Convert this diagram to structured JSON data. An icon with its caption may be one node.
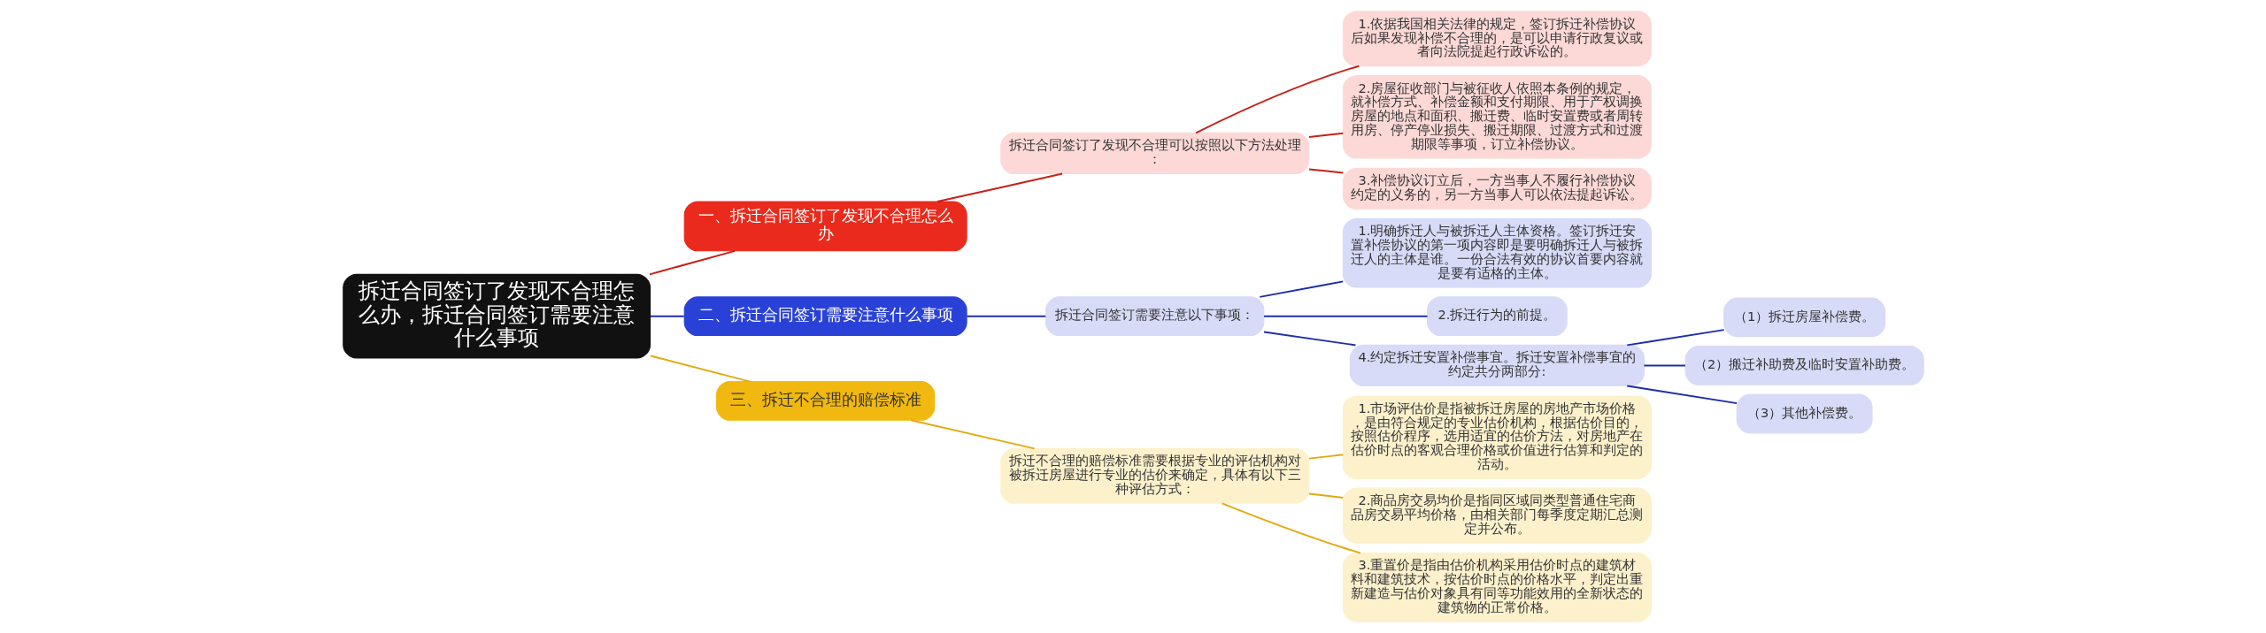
{
  "diagram": {
    "nodes": [
      {
        "text": [
          "拆迁合同签订了发现不合理怎么办，拆迁合同签订需要注意什么事项"
        ]
      },
      {
        "text": [
          "一、拆迁合同签订了发现不合理怎么办"
        ]
      },
      {
        "text": [
          "拆迁合同签订了发现不合理可以按照以下方法处理："
        ]
      },
      {
        "text": [
          "1.依据我国相关法律的规定，签订拆迁补偿协议后如果发现补偿不合理的，是可以申请行政复议或者向法院提起行政诉讼的。"
        ]
      },
      {
        "text": [
          "2.房屋征收部门与被征收人依照本条例的规定，就补偿方式、补偿金额和支付期限、用于产权调换房屋的地点和面积、搬迁费、临时安置费或者周转用房、停产停业损失、搬迁期限、过渡方式和过渡期限等事项，订立补偿协议。"
        ]
      },
      {
        "text": [
          "3.补偿协议订立后，一方当事人不履行补偿协议约定的义务的，另一方当事人可以依法提起诉讼。"
        ]
      },
      {
        "text": [
          "二、拆迁合同签订需要注意什么事项"
        ]
      },
      {
        "text": [
          "拆迁合同签订需要注意以下事项："
        ]
      },
      {
        "text": [
          "1.明确拆迁人与被拆迁人主体资格。签订拆迁安置补偿协议的第一项内容即是要明确拆迁人与被拆迁人的主体是谁。一份合法有效的协议首要内容就是要有适格的主体。"
        ]
      },
      {
        "text": [
          "2.拆迁行为的前提。"
        ]
      },
      {
        "text": [
          "4.约定拆迁安置补偿事宜。拆迁安置补偿事宜的约定共分两部分:"
        ]
      },
      {
        "text": [
          "（1）拆迁房屋补偿费。"
        ]
      },
      {
        "text": [
          "（2）搬迁补助费及临时安置补助费。"
        ]
      },
      {
        "text": [
          "（3）其他补偿费。"
        ]
      },
      {
        "text": [
          "三、拆迁不合理的赔偿标准"
        ]
      },
      {
        "text": [
          "拆迁不合理的赔偿标准需要根据专业的评估机构对被拆迁房屋进行专业的估价来确定，具体有以下三种评估方式："
        ]
      },
      {
        "text": [
          "1.市场评估价是指被拆迁房屋的房地产市场价格，是由符合规定的专业估价机构，根据估价目的，按照估价程序，选用适宜的估价方法，对房地产在估价时点的客观合理价格或价值进行估算和判定的活动。"
        ]
      },
      {
        "text": [
          "2.商品房交易均价是指同区域同类型普通住宅商品房交易平均价格，由相关部门每季度定期汇总测定并公布。"
        ]
      },
      {
        "text": [
          "3.重置价是指由估价机构采用估价时点的建筑材料和建筑技术，按估价时点的价格水平，判定出重新建造与估价对象具有同等功能效用的全新状态的建筑物的正常价格。"
        ]
      }
    ],
    "edges": [
      {
        "from": 0,
        "to": 1,
        "arrow": "none",
        "color": "#c62118"
      },
      {
        "from": 1,
        "to": 2,
        "arrow": "none",
        "color": "#c62118"
      },
      {
        "from": 2,
        "to": 3,
        "arrow": "none",
        "color": "#c62118"
      },
      {
        "from": 2,
        "to": 4,
        "arrow": "none",
        "color": "#c62118"
      },
      {
        "from": 2,
        "to": 5,
        "arrow": "none",
        "color": "#c62118"
      },
      {
        "from": 0,
        "to": 6,
        "arrow": "none"
      },
      {
        "from": 6,
        "to": 7,
        "arrow": "none"
      },
      {
        "from": 7,
        "to": 8,
        "arrow": "none"
      },
      {
        "from": 7,
        "to": 9,
        "arrow": "none"
      },
      {
        "from": 7,
        "to": 10,
        "arrow": "none"
      },
      {
        "from": 10,
        "to": 11,
        "arrow": "none"
      },
      {
        "from": 10,
        "to": 12,
        "arrow": "none"
      },
      {
        "from": 10,
        "to": 13,
        "arrow": "none"
      },
      {
        "from": 0,
        "to": 14,
        "arrow": "none",
        "color": "#e0aa10"
      },
      {
        "from": 14,
        "to": 15,
        "arrow": "none",
        "color": "#e0aa10"
      },
      {
        "from": 15,
        "to": 16,
        "arrow": "none",
        "color": "#e0aa10"
      },
      {
        "from": 15,
        "to": 17,
        "arrow": "none",
        "color": "#e0aa10"
      },
      {
        "from": 15,
        "to": 18,
        "arrow": "none",
        "color": "#e0aa10"
      }
    ]
  }
}
